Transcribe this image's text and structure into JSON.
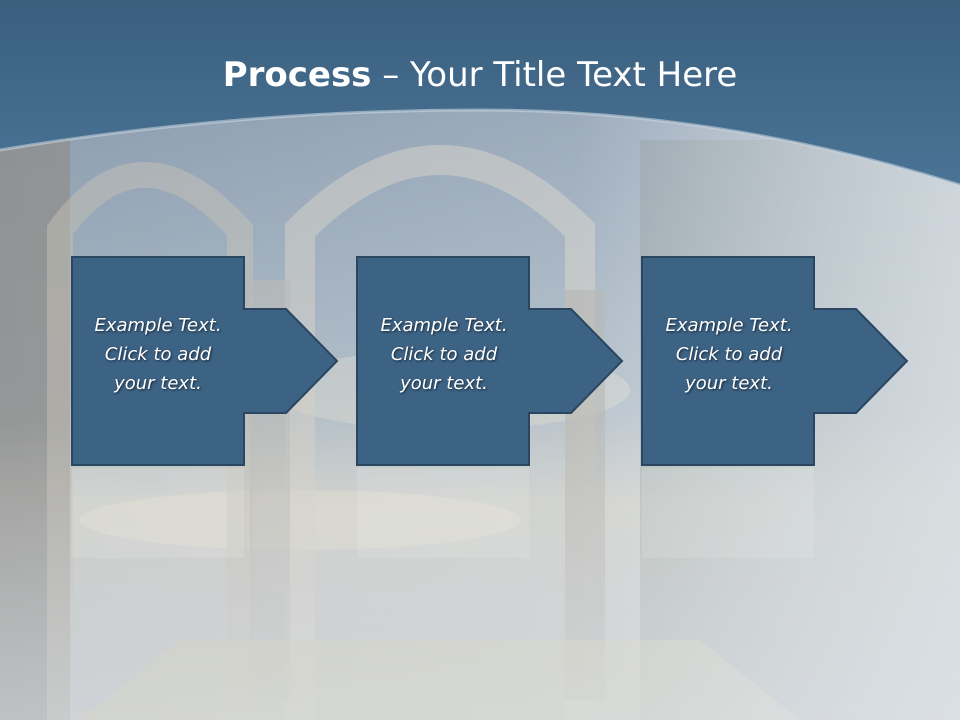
{
  "title": {
    "bold": "Process",
    "rest": " – Your Title Text Here"
  },
  "steps": [
    {
      "line1": "Example Text.",
      "line2": "Click  to add",
      "line3": "your text."
    },
    {
      "line1": "Example Text.",
      "line2": "Click  to add",
      "line3": "your text."
    },
    {
      "line1": "Example Text.",
      "line2": "Click  to add",
      "line3": "your text."
    }
  ],
  "colors": {
    "header": "#3f6a8c",
    "box_fill": "#3c6284",
    "box_border": "#2a4660",
    "text": "#ffffff"
  }
}
